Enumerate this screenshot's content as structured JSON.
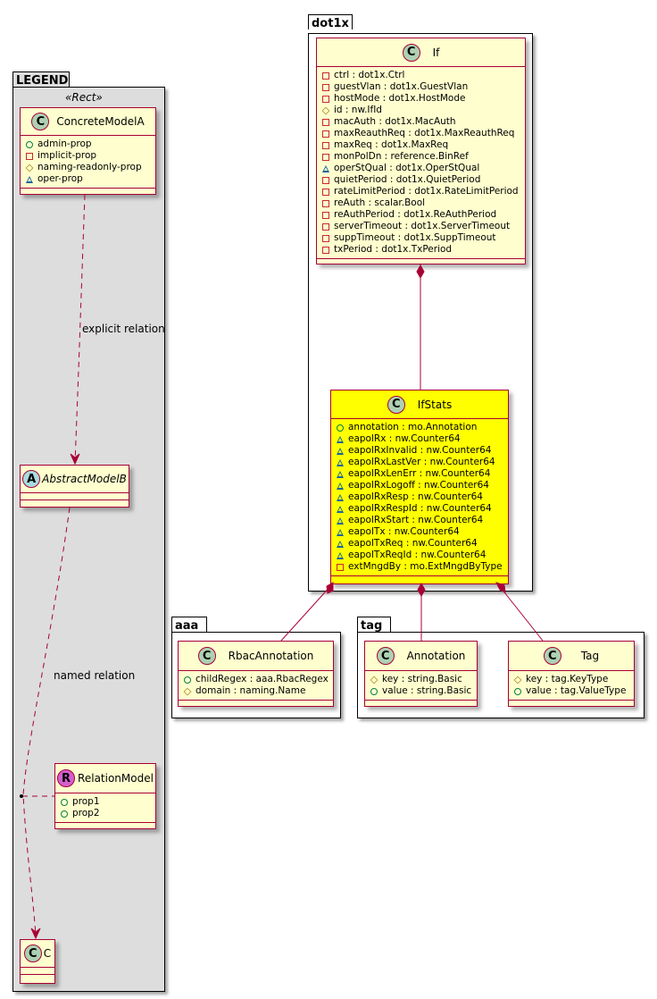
{
  "legend": {
    "package_name": "LEGEND",
    "stereotype": "«Rect»",
    "concrete_model": {
      "name": "ConcreteModelA",
      "kind": "class",
      "badge": "C",
      "attributes": [
        {
          "vis": "public",
          "text": "admin-prop"
        },
        {
          "vis": "private",
          "text": "implicit-prop"
        },
        {
          "vis": "protected",
          "text": "naming-readonly-prop"
        },
        {
          "vis": "package",
          "text": "oper-prop"
        }
      ]
    },
    "abstract_model": {
      "name": "AbstractModelB",
      "kind": "abstract",
      "badge": "A"
    },
    "relation_model": {
      "name": "RelationModel",
      "kind": "relation",
      "badge": "R",
      "attributes": [
        {
          "vis": "public",
          "text": "prop1"
        },
        {
          "vis": "public",
          "text": "prop2"
        }
      ]
    },
    "c_model": {
      "name": "C",
      "kind": "class",
      "badge": "C"
    },
    "explicit_relation_label": "explicit relation",
    "named_relation_label": "named relation"
  },
  "dot1x": {
    "package_name": "dot1x",
    "if_class": {
      "name": "If",
      "badge": "C",
      "attributes": [
        {
          "vis": "private",
          "text": "ctrl : dot1x.Ctrl"
        },
        {
          "vis": "private",
          "text": "guestVlan : dot1x.GuestVlan"
        },
        {
          "vis": "private",
          "text": "hostMode : dot1x.HostMode"
        },
        {
          "vis": "protected",
          "text": "id : nw.IfId"
        },
        {
          "vis": "private",
          "text": "macAuth : dot1x.MacAuth"
        },
        {
          "vis": "private",
          "text": "maxReauthReq : dot1x.MaxReauthReq"
        },
        {
          "vis": "private",
          "text": "maxReq : dot1x.MaxReq"
        },
        {
          "vis": "private",
          "text": "monPolDn : reference.BinRef"
        },
        {
          "vis": "package",
          "text": "operStQual : dot1x.OperStQual"
        },
        {
          "vis": "private",
          "text": "quietPeriod : dot1x.QuietPeriod"
        },
        {
          "vis": "private",
          "text": "rateLimitPeriod : dot1x.RateLimitPeriod"
        },
        {
          "vis": "private",
          "text": "reAuth : scalar.Bool"
        },
        {
          "vis": "private",
          "text": "reAuthPeriod : dot1x.ReAuthPeriod"
        },
        {
          "vis": "private",
          "text": "serverTimeout : dot1x.ServerTimeout"
        },
        {
          "vis": "private",
          "text": "suppTimeout : dot1x.SuppTimeout"
        },
        {
          "vis": "private",
          "text": "txPeriod : dot1x.TxPeriod"
        }
      ]
    },
    "ifstats_class": {
      "name": "IfStats",
      "badge": "C",
      "highlight_color": "#ffff00",
      "attributes": [
        {
          "vis": "public",
          "text": "annotation : mo.Annotation"
        },
        {
          "vis": "package",
          "text": "eapolRx : nw.Counter64"
        },
        {
          "vis": "package",
          "text": "eapolRxInvalid : nw.Counter64"
        },
        {
          "vis": "package",
          "text": "eapolRxLastVer : nw.Counter64"
        },
        {
          "vis": "package",
          "text": "eapolRxLenErr : nw.Counter64"
        },
        {
          "vis": "package",
          "text": "eapolRxLogoff : nw.Counter64"
        },
        {
          "vis": "package",
          "text": "eapolRxResp : nw.Counter64"
        },
        {
          "vis": "package",
          "text": "eapolRxRespId : nw.Counter64"
        },
        {
          "vis": "package",
          "text": "eapolRxStart : nw.Counter64"
        },
        {
          "vis": "package",
          "text": "eapolTx : nw.Counter64"
        },
        {
          "vis": "package",
          "text": "eapolTxReq : nw.Counter64"
        },
        {
          "vis": "package",
          "text": "eapolTxReqId : nw.Counter64"
        },
        {
          "vis": "private",
          "text": "extMngdBy : mo.ExtMngdByType"
        }
      ]
    }
  },
  "aaa": {
    "package_name": "aaa",
    "rbac_annotation": {
      "name": "RbacAnnotation",
      "badge": "C",
      "attributes": [
        {
          "vis": "public",
          "text": "childRegex : aaa.RbacRegex"
        },
        {
          "vis": "protected",
          "text": "domain : naming.Name"
        }
      ]
    }
  },
  "tag": {
    "package_name": "tag",
    "annotation": {
      "name": "Annotation",
      "badge": "C",
      "attributes": [
        {
          "vis": "protected",
          "text": "key : string.Basic"
        },
        {
          "vis": "public",
          "text": "value : string.Basic"
        }
      ]
    },
    "tag_class": {
      "name": "Tag",
      "badge": "C",
      "attributes": [
        {
          "vis": "protected",
          "text": "key : tag.KeyType"
        },
        {
          "vis": "public",
          "text": "value : tag.ValueType"
        }
      ]
    }
  },
  "colors": {
    "class_fill": "#fefece",
    "class_border": "#a80036",
    "legend_fill": "#dddddd",
    "highlight_fill": "#ffff00"
  }
}
